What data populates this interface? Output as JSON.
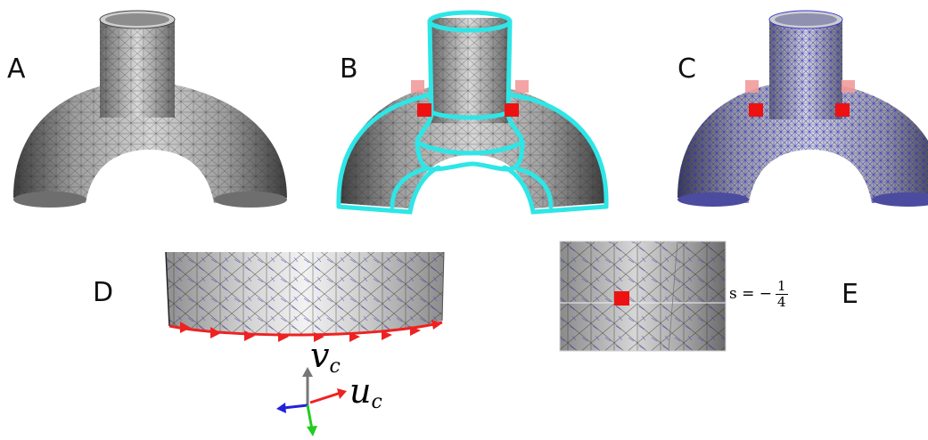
{
  "panels": {
    "A": "A",
    "B": "B",
    "C": "C",
    "D": "D",
    "E": "E"
  },
  "axes": {
    "v": "v",
    "u": "u",
    "sub": "c"
  },
  "equation": {
    "lhs": "s = −",
    "num": "1",
    "den": "4"
  },
  "colors": {
    "mesh_gray": "#9a9a9a",
    "boundary_cyan": "#2ee6e6",
    "marker_red": "#ee1111",
    "marker_pink": "#f29a9a",
    "frame_blue": "#3a3adc",
    "arrow_red": "#ee2222",
    "arrow_gray": "#777777",
    "arrow_blue": "#2222dd",
    "arrow_green": "#22cc22"
  }
}
